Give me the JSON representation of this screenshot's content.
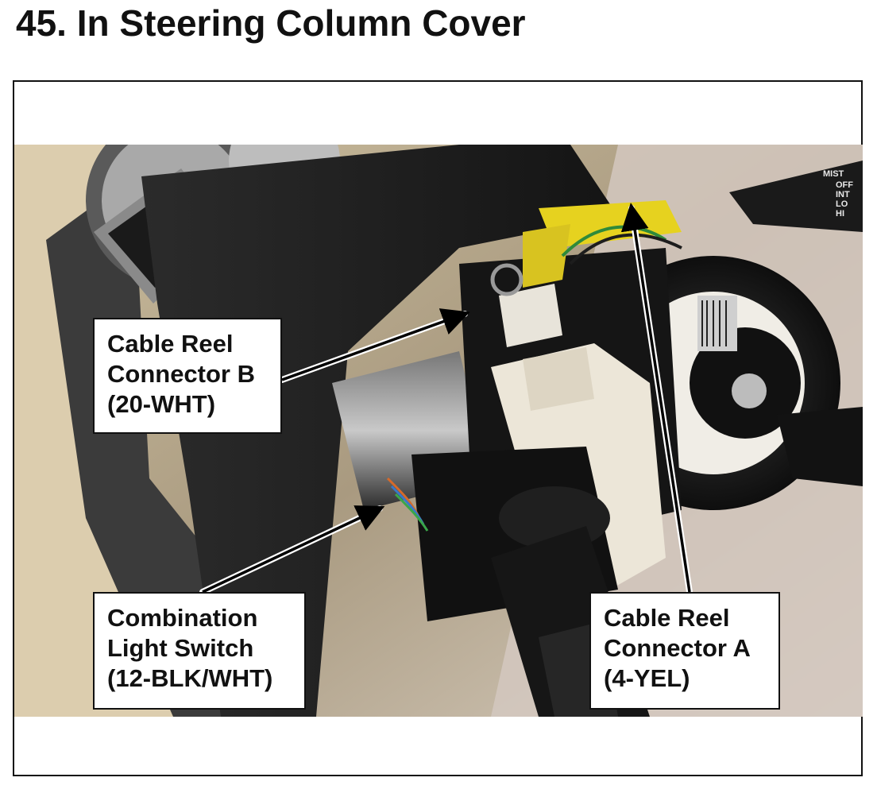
{
  "title": "45.  In Steering Column Cover",
  "callouts": {
    "connector_b": [
      "Cable Reel",
      "Connector B",
      "(20-WHT)"
    ],
    "light_switch": [
      "Combination",
      "Light Switch",
      "(12-BLK/WHT)"
    ],
    "connector_a": [
      "Cable Reel",
      "Connector A",
      "(4-YEL)"
    ]
  },
  "photo_labels": {
    "wiper_stalk": [
      "MIST",
      "OFF",
      "INT",
      "LO",
      "HI"
    ]
  },
  "colors": {
    "yellow_connector": "#e6d21f",
    "white_connector": "#e8e4da",
    "green_wire": "#2f8a3a",
    "dash_beige": "#d8c9aa"
  }
}
